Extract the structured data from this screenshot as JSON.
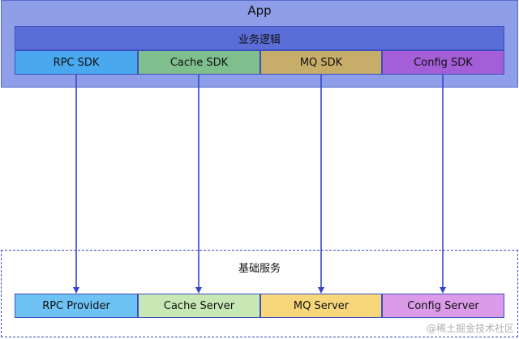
{
  "app": {
    "title": "App",
    "business_logic": "业务逻辑"
  },
  "sdks": [
    {
      "label": "RPC SDK",
      "color": "#4aa8ee"
    },
    {
      "label": "Cache SDK",
      "color": "#7fbf8e"
    },
    {
      "label": "MQ SDK",
      "color": "#c7ad6a"
    },
    {
      "label": "Config SDK",
      "color": "#a35ed8"
    }
  ],
  "infra": {
    "title": "基础服务"
  },
  "services": [
    {
      "label": "RPC Provider",
      "color": "#6ec1f3"
    },
    {
      "label": "Cache Server",
      "color": "#c7e8b4"
    },
    {
      "label": "MQ Server",
      "color": "#f7d77a"
    },
    {
      "label": "Config Server",
      "color": "#db9be9"
    }
  ],
  "watermark": "@稀土掘金技术社区",
  "colors": {
    "app_bg": "#8e9ee8",
    "business_bg": "#5b6ed8",
    "arrow": "#3346c9"
  }
}
